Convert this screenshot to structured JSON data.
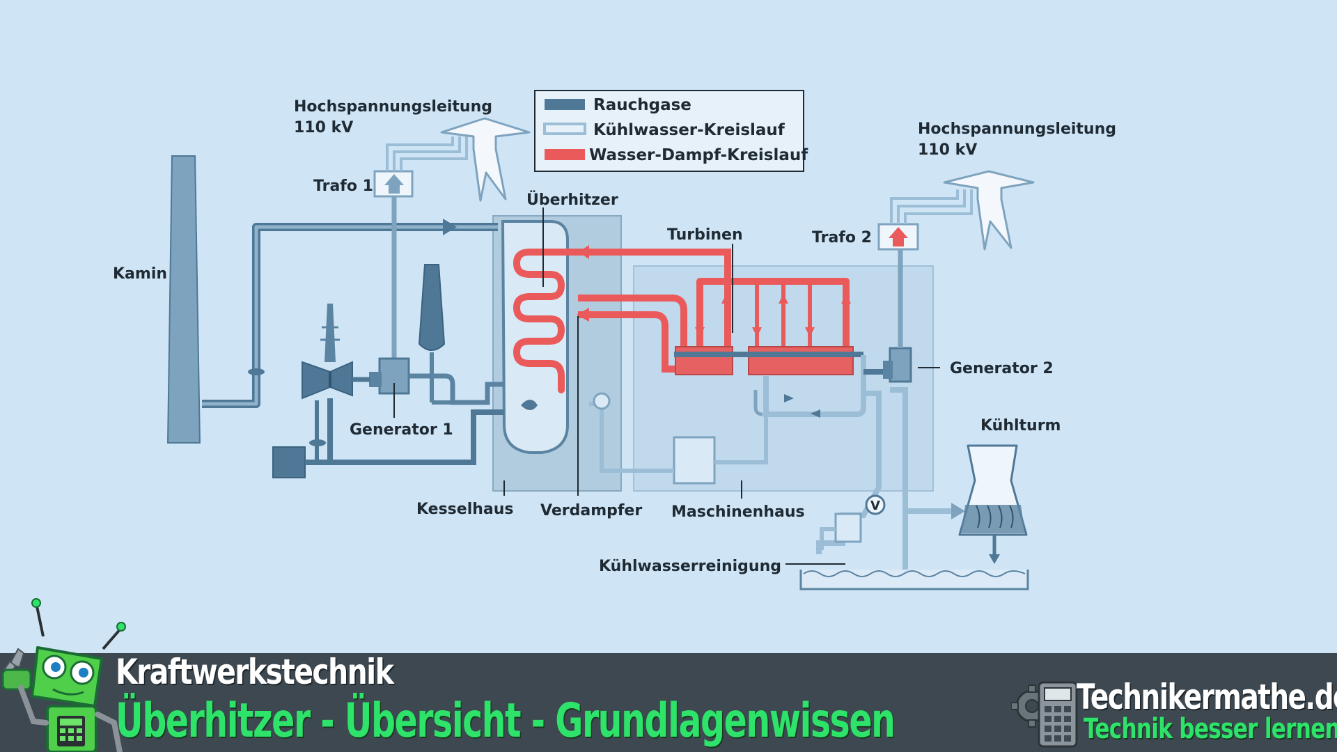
{
  "legend": {
    "flue_gas": "Rauchgase",
    "cooling_water": "Kühlwasser-Kreislauf",
    "water_steam": "Wasser-Dampf-Kreislauf"
  },
  "labels": {
    "power_line_left": "Hochspannungsleitung",
    "power_line_left_voltage": "110 kV",
    "power_line_right": "Hochspannungsleitung",
    "power_line_right_voltage": "110 kV",
    "transformer_1": "Trafo 1",
    "transformer_2": "Trafo 2",
    "chimney": "Kamin",
    "superheater": "Überhitzer",
    "turbines": "Turbinen",
    "generator_1": "Generator 1",
    "generator_2": "Generator 2",
    "cooling_tower": "Kühlturm",
    "boiler_house": "Kesselhaus",
    "evaporator": "Verdampfer",
    "machine_house": "Maschinenhaus",
    "cooling_water_purification": "Kühlwasserreinigung",
    "valve_symbol": "V"
  },
  "footer": {
    "series_title": "Kraftwerkstechnik",
    "episode_title": "Überhitzer - Übersicht - Grundlagenwissen",
    "brand_name": "Technikermathe.de",
    "brand_tagline": "Technik besser lernen"
  },
  "colors": {
    "background": "#cfe5f6",
    "flue_gas": "#4f7896",
    "cooling_water": "#9bbdd6",
    "water_steam": "#ea5a5a",
    "footer_bar": "#3d4850",
    "accent_green": "#2ee36a"
  }
}
